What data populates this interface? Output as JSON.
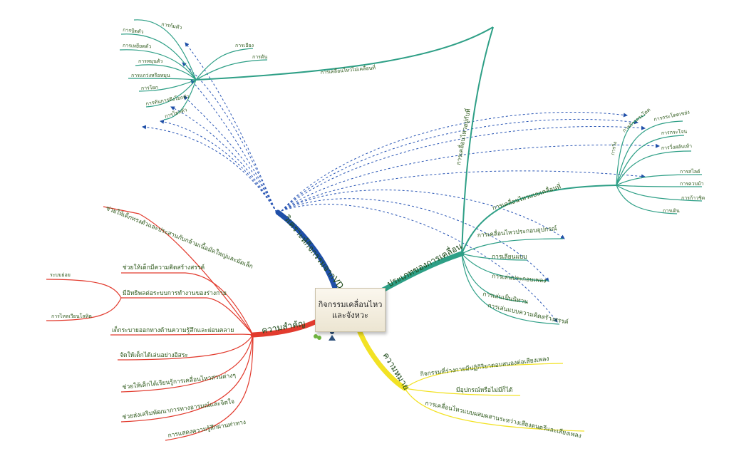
{
  "center": {
    "line1": "กิจกรรมเคลื่อนไหว",
    "line2": "และจังหวะ"
  },
  "colors": {
    "teal": "#2e9f86",
    "blue": "#1f4fa8",
    "red": "#e23b2e",
    "yellow": "#f2e224",
    "text": "#2f5a1c"
  },
  "branches": {
    "analysis": {
      "label": "วิเคราะห์กิจกรรมจากVD",
      "targets": 15
    },
    "types": {
      "label": "ประเภทของการเคลื่อน",
      "sub_nonlocomotor": "การเคลื่อนไหวอยู่กับที่",
      "sub_nonlocomotor_relay": "การเคลื่อนไหวไม่เคลื่อนที่",
      "nonlocomotor_items": [
        "การก้มตัว",
        "การบิดตัว",
        "การเหยียดตัว",
        "การหมุนตัว",
        "การแกว่งหรือหมุน",
        "การโยก",
        "การดันการดึงโยกตัว",
        "การโยกตัว"
      ],
      "nonlocomotor_items2": [
        "การเอียง",
        "การตัน"
      ],
      "sub_locomotor": "การเคลื่อนไหวแบบเคลื่อนที่",
      "locomotor_top": "การวิ่ง",
      "locomotor_items": [
        "การก้าวกระโดด",
        "การกระโดดเขย่ง",
        "การกระโจน",
        "การวิ่งสลับเท้า",
        "การสไลด์",
        "การควบม้า",
        "การก้าวชิด",
        "การเดิน"
      ],
      "other_items": [
        "การเคลื่อนไหวประกอบอุปกรณ์",
        "การเลียนแบบ",
        "การเล่นประกอบเพลง",
        "การเล่นเป็นนิทาน",
        "การเล่นแบบความคิดสร้างสรรค์"
      ]
    },
    "importance": {
      "label": "ความสำคัญ",
      "items": [
        "ช่วยให้เด็กทรงตัวและประสานกับกล้ามเนื้อมัดใหญ่และมัดเล็ก",
        "ช่วยให้เด็กมีความคิดสร้างสรรค์",
        "มีอิทธิพลต่อระบบการทำงานของร่างกาย",
        "เด็กระบายออกทางด้านความรู้สึกและผ่อนคลาย",
        "จัดให้เด็กได้เล่นอย่างอิสระ",
        "ช่วยให้เด็กได้เรียนรู้การเคลื่อนไหวส่วนต่างๆ",
        "ช่วยส่งเสริมพัฒนาการทางอารมณ์และจิตใจ",
        "การแสดงความรู้สึกผ่านท่าทาง"
      ],
      "sub_items": [
        "ระบบย่อย",
        "การไหลเวียนโลหิต"
      ]
    },
    "meaning": {
      "label": "ความหมาย",
      "items": [
        "กิจกรรมที่ร่างกายมีปฏิกิริยาตอบสนองต่อเสียงเพลง",
        "มีอุปกรณ์หรือไม่มีก็ได้",
        "การเคลื่อนไหวแบบผสมผสานระหว่างเสียงดนตรีและเสียงเพลง"
      ]
    }
  }
}
